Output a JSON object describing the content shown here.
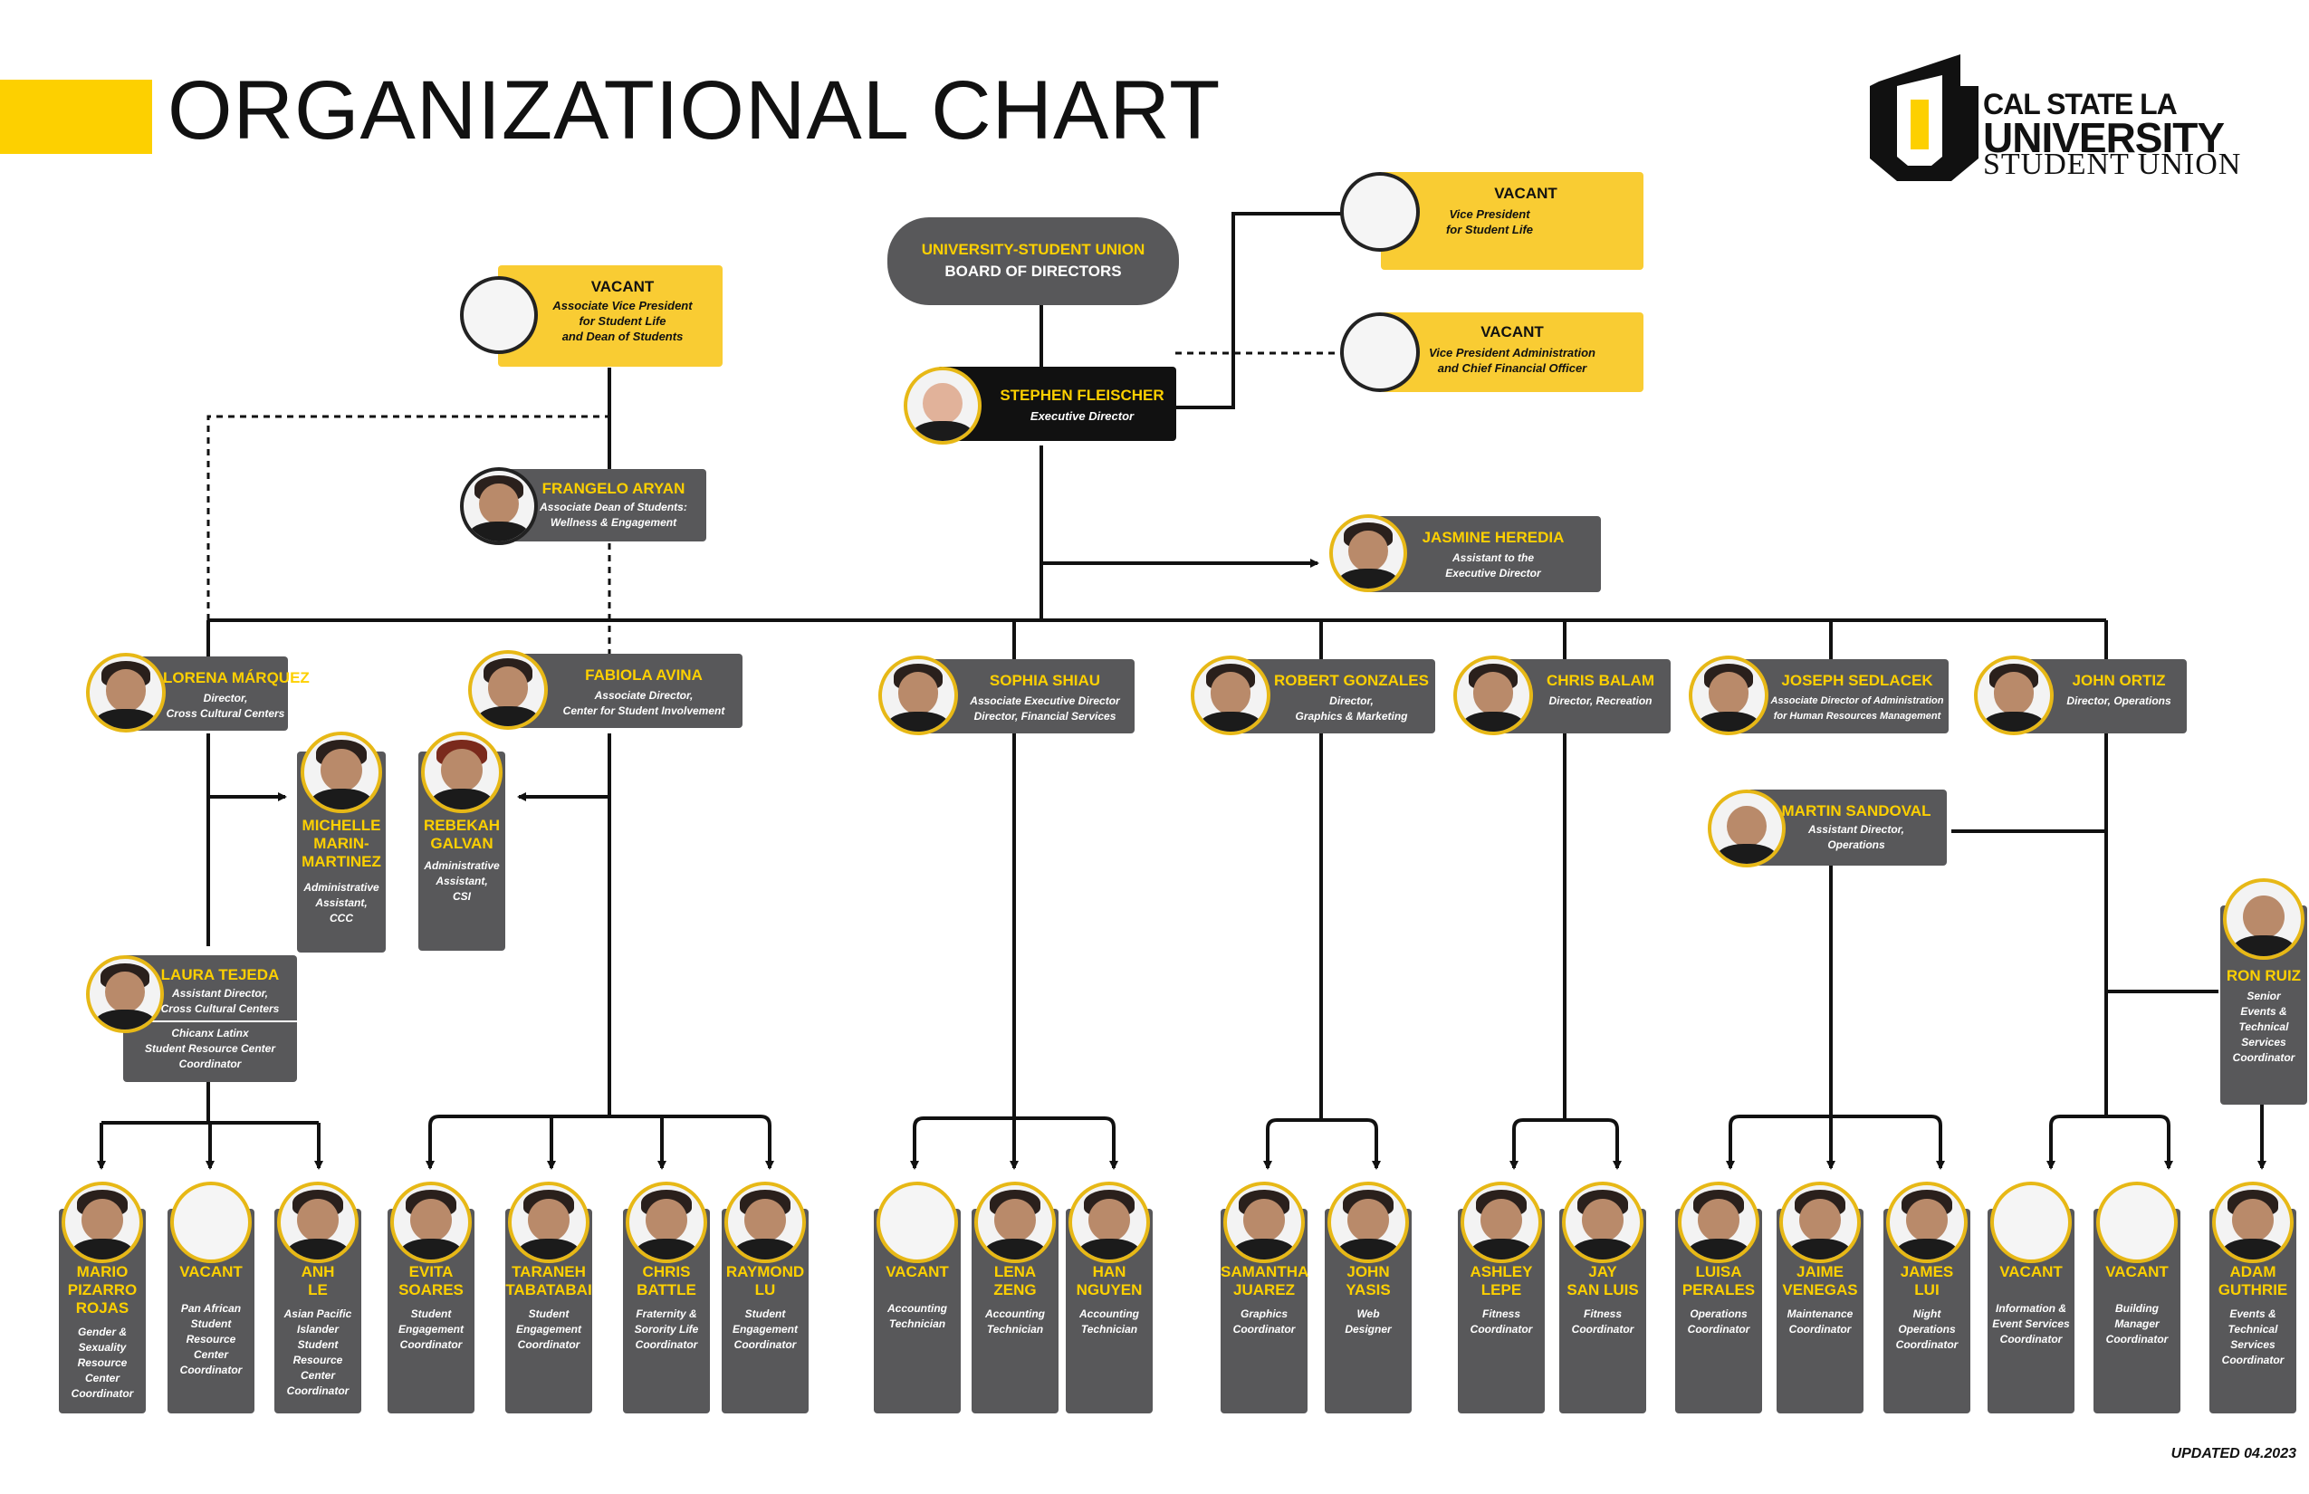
{
  "page": {
    "title": "ORGANIZATIONAL CHART",
    "updated": "UPDATED 04.2023"
  },
  "logo": {
    "line1": "CAL STATE LA",
    "line2": "UNIVERSITY",
    "line3": "STUDENT UNION"
  },
  "colors": {
    "accent": "#fdd000",
    "box_gray": "#58585a",
    "box_yellow": "#f9cc33",
    "line": "#111111"
  },
  "board": {
    "line1": "UNIVERSITY-STUDENT UNION",
    "line2": "BOARD OF DIRECTORS"
  },
  "exec": {
    "name": "STEPHEN FLEISCHER",
    "role": "Executive Director"
  },
  "vp_student_life": {
    "name": "VACANT",
    "role": "Vice President\nfor Student Life"
  },
  "vp_admin": {
    "name": "VACANT",
    "role": "Vice President Administration\nand Chief Financial Officer"
  },
  "avp": {
    "name": "VACANT",
    "role": "Associate Vice President\nfor Student Life\nand Dean of Students"
  },
  "frangelo": {
    "name": "FRANGELO ARYAN",
    "role": "Associate Dean of Students:\nWellness & Engagement"
  },
  "jasmine": {
    "name": "JASMINE HEREDIA",
    "role": "Assistant to the\nExecutive Director"
  },
  "directors": [
    {
      "name": "LORENA MÁRQUEZ",
      "role": "Director,\nCross Cultural Centers"
    },
    {
      "name": "FABIOLA AVINA",
      "role": "Associate Director,\nCenter for Student Involvement"
    },
    {
      "name": "SOPHIA SHIAU",
      "role": "Associate Executive Director\nDirector, Financial Services"
    },
    {
      "name": "ROBERT GONZALES",
      "role": "Director,\nGraphics & Marketing"
    },
    {
      "name": "CHRIS BALAM",
      "role": "Director, Recreation"
    },
    {
      "name": "JOSEPH SEDLACEK",
      "role": "Associate Director of Administration\nfor Human Resources Management"
    },
    {
      "name": "JOHN ORTIZ",
      "role": "Director, Operations"
    }
  ],
  "michelle": {
    "name": "MICHELLE\nMARIN-\nMARTINEZ",
    "role": "Administrative\nAssistant,\nCCC"
  },
  "rebekah": {
    "name": "REBEKAH\nGALVAN",
    "role": "Administrative\nAssistant,\nCSI"
  },
  "laura": {
    "name": "LAURA TEJEDA",
    "role": "Assistant Director,\nCross Cultural Centers",
    "role2": "Chicanx Latinx\nStudent Resource Center\nCoordinator"
  },
  "martin": {
    "name": "MARTIN SANDOVAL",
    "role": "Assistant Director,\nOperations"
  },
  "ron": {
    "name": "RON RUIZ",
    "role": "Senior\nEvents &\nTechnical\nServices\nCoordinator"
  },
  "staff": [
    {
      "name": "MARIO\nPIZARRO\nROJAS",
      "role": "Gender &\nSexuality\nResource\nCenter\nCoordinator"
    },
    {
      "name": "VACANT",
      "role": "Pan African\nStudent\nResource\nCenter\nCoordinator"
    },
    {
      "name": "ANH\nLE",
      "role": "Asian Pacific\nIslander\nStudent\nResource\nCenter\nCoordinator"
    },
    {
      "name": "EVITA\nSOARES",
      "role": "Student\nEngagement\nCoordinator"
    },
    {
      "name": "TARANEH\nTABATABAI",
      "role": "Student\nEngagement\nCoordinator"
    },
    {
      "name": "CHRIS\nBATTLE",
      "role": "Fraternity &\nSorority Life\nCoordinator"
    },
    {
      "name": "RAYMOND\nLU",
      "role": "Student\nEngagement\nCoordinator"
    },
    {
      "name": "VACANT",
      "role": "Accounting\nTechnician"
    },
    {
      "name": "LENA\nZENG",
      "role": "Accounting\nTechnician"
    },
    {
      "name": "HAN\nNGUYEN",
      "role": "Accounting\nTechnician"
    },
    {
      "name": "SAMANTHA\nJUAREZ",
      "role": "Graphics\nCoordinator"
    },
    {
      "name": "JOHN\nYASIS",
      "role": "Web\nDesigner"
    },
    {
      "name": "ASHLEY\nLEPE",
      "role": "Fitness\nCoordinator"
    },
    {
      "name": "JAY\nSAN LUIS",
      "role": "Fitness\nCoordinator"
    },
    {
      "name": "LUISA\nPERALES",
      "role": "Operations\nCoordinator"
    },
    {
      "name": "JAIME\nVENEGAS",
      "role": "Maintenance\nCoordinator"
    },
    {
      "name": "JAMES\nLUI",
      "role": "Night\nOperations\nCoordinator"
    },
    {
      "name": "VACANT",
      "role": "Information &\nEvent Services\nCoordinator"
    },
    {
      "name": "VACANT",
      "role": "Building\nManager\nCoordinator"
    },
    {
      "name": "ADAM\nGUTHRIE",
      "role": "Events &\nTechnical\nServices\nCoordinator"
    }
  ]
}
